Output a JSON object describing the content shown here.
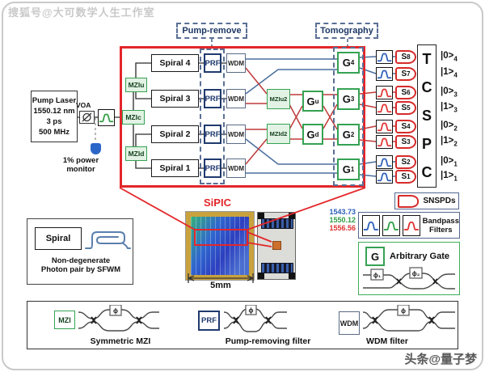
{
  "watermark_top": "搜狐号@大可数学人生工作室",
  "watermark_bottom": "头条@量子梦",
  "pump_laser": {
    "line1": "Pump Laser",
    "line2": "1550.12 nm",
    "line3": "3 ps",
    "line4": "500 MHz"
  },
  "voa_label": "VOA",
  "monitor": {
    "line1": "1% power",
    "line2": "monitor"
  },
  "headers": {
    "pump_remove": "Pump-remove",
    "tomography": "Tomography"
  },
  "chip": {
    "label": "SiPIC",
    "scale": "5mm",
    "spirals": [
      "Spiral 4",
      "Spiral 3",
      "Spiral 2",
      "Spiral 1"
    ],
    "mziu": "MZIu",
    "mzic": "MZIc",
    "mzid": "MZId",
    "mziu2": "MZIu2",
    "mzid2": "MZId2",
    "prf": "PRF",
    "wdm": "WDM",
    "gates_mid": [
      {
        "t": "G",
        "s": "u"
      },
      {
        "t": "G",
        "s": "d"
      }
    ],
    "gates_out": [
      {
        "t": "G",
        "s": "4"
      },
      {
        "t": "G",
        "s": "3"
      },
      {
        "t": "G",
        "s": "2"
      },
      {
        "t": "G",
        "s": "1"
      }
    ]
  },
  "detection": {
    "snspds": [
      {
        "t": "S",
        "s": "8"
      },
      {
        "t": "S",
        "s": "7"
      },
      {
        "t": "S",
        "s": "6"
      },
      {
        "t": "S",
        "s": "5"
      },
      {
        "t": "S",
        "s": "4"
      },
      {
        "t": "S",
        "s": "3"
      },
      {
        "t": "S",
        "s": "2"
      },
      {
        "t": "S",
        "s": "1"
      }
    ],
    "tcspc": [
      "T",
      "C",
      "S",
      "P",
      "C"
    ],
    "kets": [
      {
        "t": "|0>",
        "s": "4"
      },
      {
        "t": "|1>",
        "s": "4"
      },
      {
        "t": "|0>",
        "s": "3"
      },
      {
        "t": "|1>",
        "s": "3"
      },
      {
        "t": "|0>",
        "s": "2"
      },
      {
        "t": "|1>",
        "s": "2"
      },
      {
        "t": "|0>",
        "s": "1"
      },
      {
        "t": "|1>",
        "s": "1"
      }
    ]
  },
  "legend": {
    "snspd": "SNSPDs",
    "bandpass1": "Bandpass",
    "bandpass2": "Filters",
    "wavelengths": [
      {
        "text": "1543.73",
        "color": "#2b5fb8"
      },
      {
        "text": "1550.12",
        "color": "#2f9e44"
      },
      {
        "text": "1556.56",
        "color": "#e03131"
      }
    ],
    "gate_letter": "G",
    "gate_label": "Arbitrary Gate",
    "gate_phis": [
      "ϕ₁",
      "ϕ₂"
    ],
    "phi": "ϕ",
    "spiral": {
      "box": "Spiral",
      "desc1": "Non-degenerate",
      "desc2": "Photon pair by SFWM"
    },
    "items": [
      {
        "box": "MZI",
        "label": "Symmetric MZI"
      },
      {
        "box": "PRF",
        "label": "Pump-removing filter"
      },
      {
        "box": "WDM",
        "label": "WDM filter"
      }
    ]
  },
  "colors": {
    "accent_red": "#e3262a",
    "signal_blue": "#4a6e9e",
    "idler_red": "#c03a3a",
    "pump_green": "#2f9e44",
    "filter_blue": "#2b5fb8",
    "filter_red": "#e03131",
    "prf_navy": "#1f3a6e",
    "dashed_blue": "#53688f",
    "snspd_red": "#d62b2b",
    "chip_gold": "#c9a23e",
    "monitor_blue": "#2a66c8",
    "package_orange": "#cd6f2d",
    "gate_green": "#35a253"
  }
}
